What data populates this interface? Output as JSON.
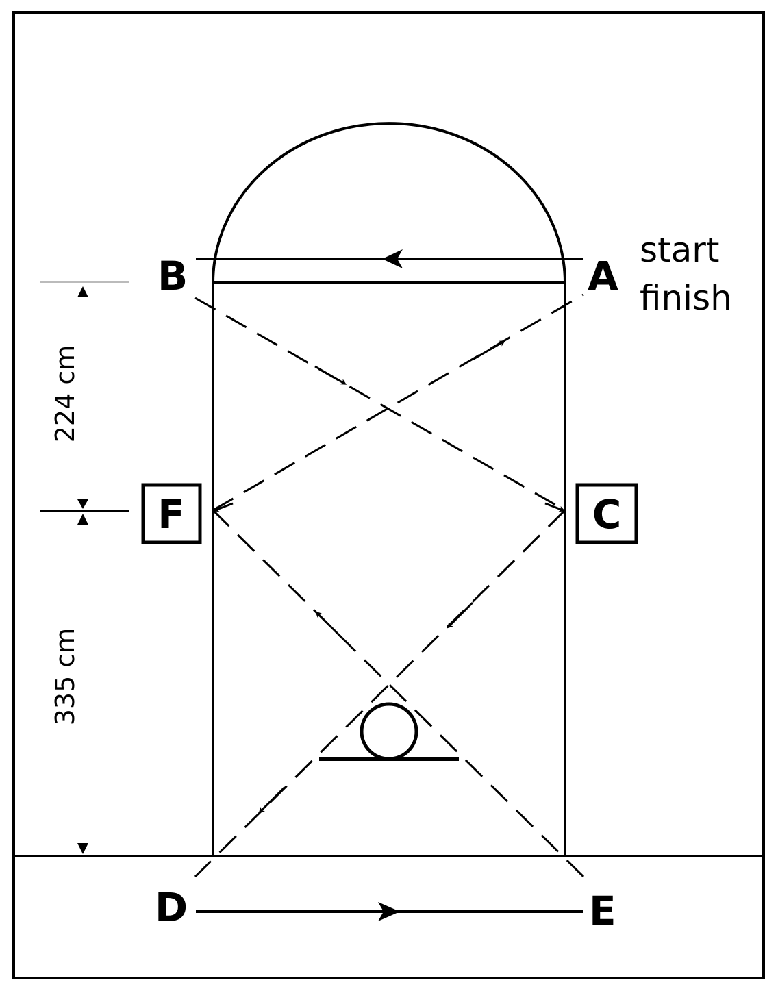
{
  "labels": {
    "a": "A",
    "b": "B",
    "c": "C",
    "d": "D",
    "e": "E",
    "f": "F",
    "start": "start",
    "finish": "finish"
  },
  "dimensions": {
    "upper": "224 cm",
    "lower": "335 cm"
  },
  "colors": {
    "ink": "#000000",
    "background": "#ffffff"
  }
}
